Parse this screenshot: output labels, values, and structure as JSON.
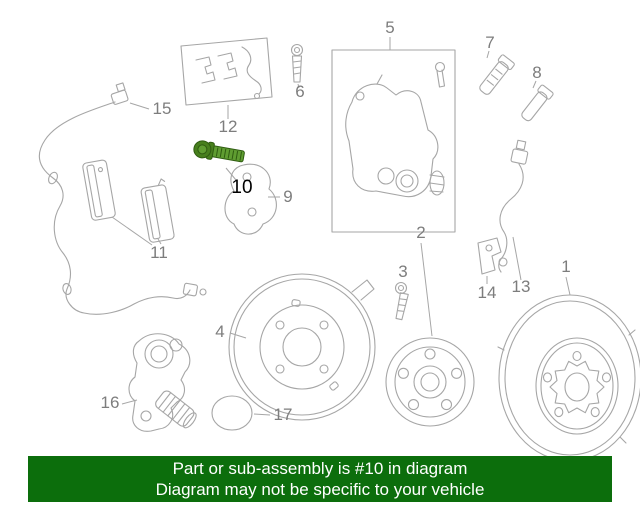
{
  "banner": {
    "line1": "Part or sub-assembly is #10 in diagram",
    "line2": "Diagram may not be specific to your vehicle"
  },
  "callouts": {
    "n1": "1",
    "n2": "2",
    "n3": "3",
    "n4": "4",
    "n5": "5",
    "n6": "6",
    "n7": "7",
    "n8": "8",
    "n9": "9",
    "n10": "10",
    "n11": "11",
    "n12": "12",
    "n13": "13",
    "n14": "14",
    "n15": "15",
    "n16": "16",
    "n17": "17"
  },
  "colors": {
    "banner_bg": "#0c6e0c",
    "banner_text": "#ffffff",
    "art_line": "#a6a6a6",
    "callout_text": "#7d7d7d",
    "highlight_fill": "#5f9d31",
    "highlight_head": "#477f1d",
    "highlight_dark": "#2f5c11",
    "highlight_label": "#000000",
    "background": "#ffffff"
  }
}
